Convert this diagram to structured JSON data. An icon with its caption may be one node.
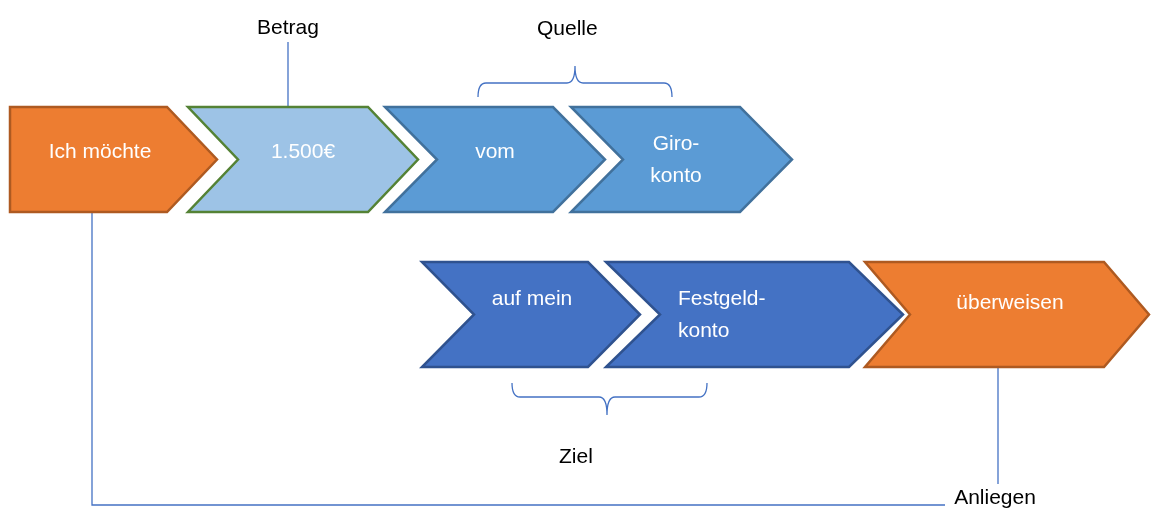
{
  "diagram": {
    "nodes": [
      {
        "text": [
          "Betrag"
        ]
      },
      {
        "text": [
          "Ich möchte"
        ]
      },
      {
        "text": [
          "1.500€"
        ]
      },
      {
        "text": [
          "vom"
        ]
      },
      {
        "text": [
          "Giro- konto"
        ]
      },
      {
        "text": [
          "auf mein"
        ]
      },
      {
        "text": [
          "Festgeld- konto"
        ]
      },
      {
        "text": [
          "überweisen"
        ]
      },
      {
        "text": [
          "Anliegen"
        ]
      }
    ],
    "edges": [
      {
        "from": 0,
        "to": 2,
        "arrow": "none"
      },
      {
        "from": 8,
        "to": 7,
        "arrow": "none"
      },
      {
        "from": 8,
        "to": 1,
        "arrow": "none"
      }
    ],
    "labels": [
      "Quelle",
      "Ziel"
    ]
  }
}
